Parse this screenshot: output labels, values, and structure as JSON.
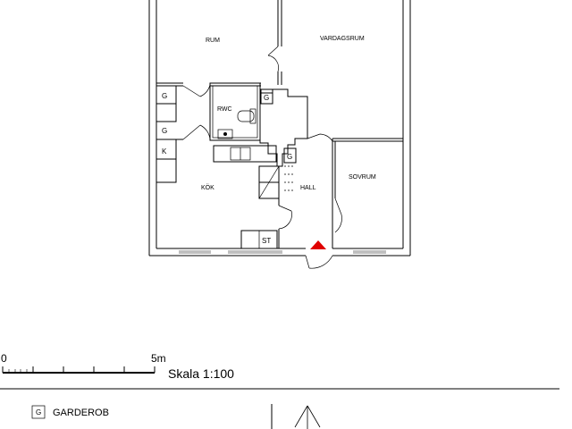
{
  "rooms": {
    "rum": "RUM",
    "vardagsrum": "VARDAGSRUM",
    "rwc": "RWC",
    "kok": "KÖK",
    "hall": "HALL",
    "sovrum": "SOVRUM"
  },
  "tags": {
    "g": "G",
    "k": "K",
    "st": "ST"
  },
  "scale": {
    "start": "0",
    "end": "5m",
    "label": "Skala 1:100"
  },
  "legend": {
    "items": [
      {
        "code": "G",
        "label": "GARDEROB"
      }
    ]
  },
  "colors": {
    "line": "#000000",
    "entrance_marker": "#e00000"
  },
  "icons": [
    "entrance-arrow-icon",
    "north-arrow-icon"
  ]
}
